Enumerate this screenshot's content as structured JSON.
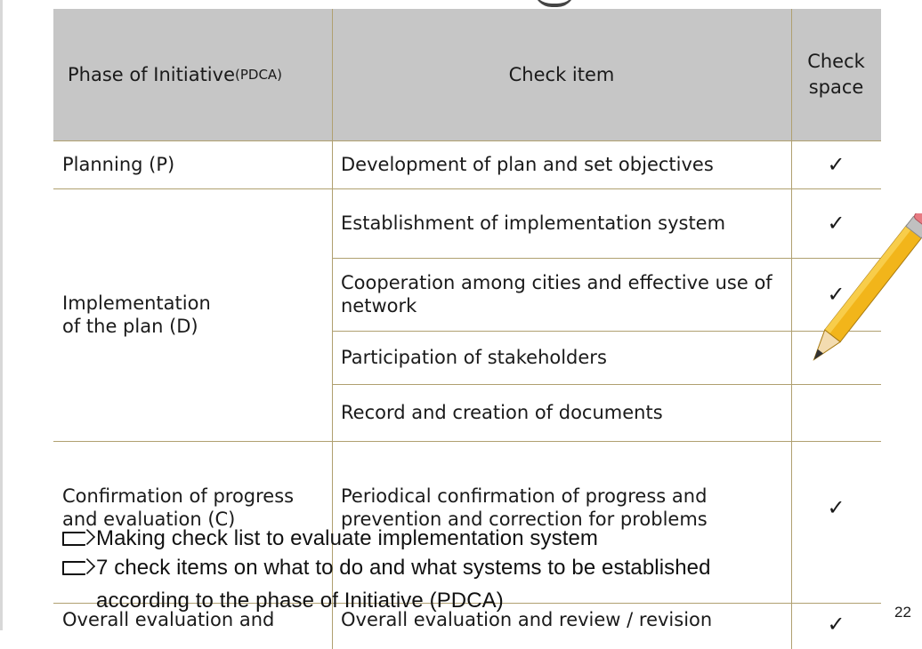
{
  "header": {
    "col_phase": "Phase of Initiative",
    "col_phase_suffix": "(PDCA)",
    "col_check_item": "Check item",
    "col_check_space_line1": "Check",
    "col_check_space_line2": "space"
  },
  "rows": [
    {
      "phase": "Planning (P)",
      "item": "Development of plan and set objectives",
      "check": "✓"
    },
    {
      "phase": "",
      "item": "Establishment of implementation system",
      "check": "✓"
    },
    {
      "phase": "",
      "item": "Cooperation among cities and effective use of network",
      "check": "✓"
    },
    {
      "phase": "",
      "item": "Participation of stakeholders",
      "check": ""
    },
    {
      "phase": "",
      "item": "Record and creation of documents",
      "check": ""
    },
    {
      "phase": "",
      "item": "Periodical confirmation of progress and prevention and correction for problems",
      "check": "✓"
    },
    {
      "phase": "",
      "item": "Overall evaluation and review / revision",
      "check": "✓"
    }
  ],
  "phase_groups": {
    "implementation": "Implementation\n of the plan (D)",
    "confirmation": "Confirmation of progress\nand evaluation (C)",
    "overall": "Overall evaluation and"
  },
  "overlay": {
    "line1": "Making check list to evaluate implementation system",
    "line2": "7 check items on what to do and what systems to be established",
    "line3": "according to the phase of Initiative (PDCA)"
  },
  "page_number": "22",
  "colors": {
    "header_bg": "#c6c6c6",
    "grid": "#b0a070",
    "pencil_body": "#f2b51a"
  },
  "icons": [
    "arrow-icon",
    "pencil-icon",
    "checkmark-icon"
  ]
}
